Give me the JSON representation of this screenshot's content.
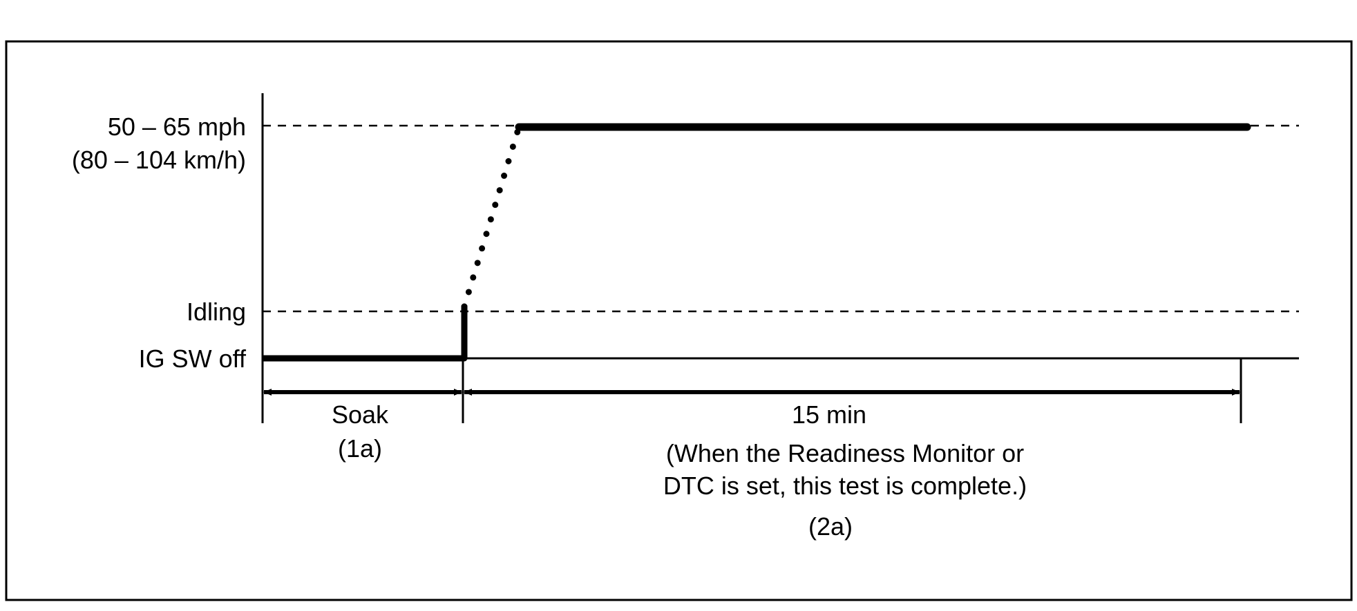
{
  "colors": {
    "line": "#000000",
    "background": "#ffffff"
  },
  "levels": {
    "high_line1": "50 – 65 mph",
    "high_line2": "(80 – 104 km/h)",
    "idling": "Idling",
    "off": "IG SW off"
  },
  "phases": {
    "soak": {
      "label": "Soak",
      "code": "(1a)"
    },
    "drive": {
      "duration": "15 min",
      "note_line1": "(When the Readiness Monitor or",
      "note_line2": "DTC is set, this test is complete.)",
      "code": "(2a)"
    }
  }
}
